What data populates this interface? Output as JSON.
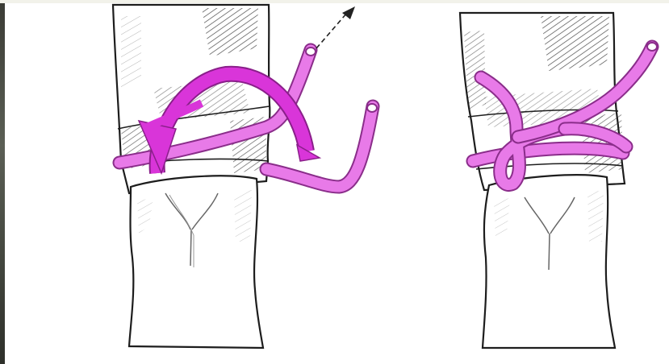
{
  "figure": {
    "panels": [
      {
        "id": "step-1",
        "shows": "cord-wrap-with-arrows"
      },
      {
        "id": "step-2",
        "shows": "knot-tied"
      }
    ],
    "colors": {
      "cord": "#e87ae8",
      "cord_outline": "#8a2d8a",
      "arrow": "#d935d9",
      "ink": "#222222",
      "page": "#ffffff"
    },
    "icons": [
      "direction-arrow",
      "pull-arrow"
    ]
  }
}
